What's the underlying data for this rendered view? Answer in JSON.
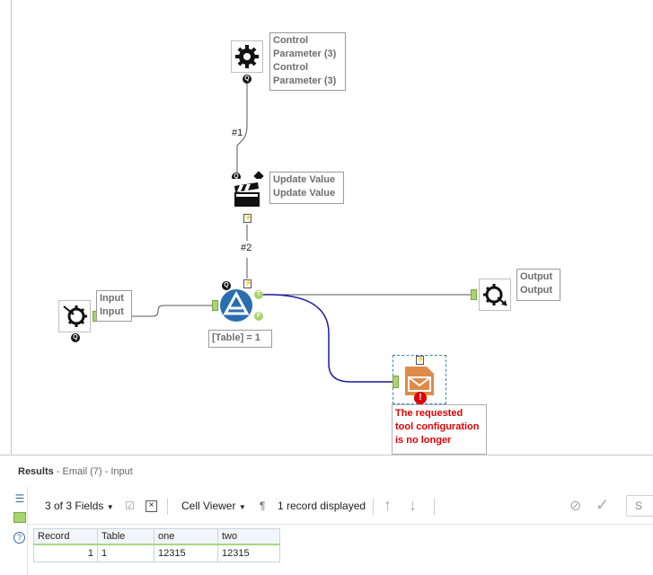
{
  "canvas": {
    "tools": {
      "control_parameter": {
        "icon": "gear-icon",
        "annotation": "Control\nParameter (3)\nControl\nParameter (3)",
        "badge": "Q"
      },
      "update_value": {
        "icon": "clapperboard-icon",
        "annotation": "Update Value\nUpdate Value",
        "badge": "Q"
      },
      "filter": {
        "icon": "filter-icon",
        "annotation": "[Table] = 1",
        "badge": "Q",
        "true_anchor": "T",
        "false_anchor": "F"
      },
      "input": {
        "icon": "macro-input-icon",
        "annotation": "Input\nInput",
        "badge": "Q"
      },
      "output": {
        "icon": "macro-output-icon",
        "annotation": "Output\nOutput"
      },
      "email": {
        "icon": "email-icon",
        "error_badge": "!",
        "error_text": "The requested tool configuration is no longer"
      }
    },
    "connections": {
      "c1": "#1",
      "c2": "#2"
    },
    "colors": {
      "selected_wire": "#1a1aa0",
      "anchor": "#a9d46f",
      "error": "#e00000"
    }
  },
  "results": {
    "title": "Results",
    "subtitle": "- Email (7) - Input",
    "toolbar": {
      "fields": "3 of 3 Fields",
      "viewer": "Cell Viewer",
      "records": "1 record displayed",
      "search_placeholder": "S"
    },
    "grid": {
      "columns": [
        "Record",
        "Table",
        "one",
        "two"
      ],
      "rows": [
        [
          "1",
          "1",
          "12315",
          "12315"
        ]
      ]
    }
  }
}
